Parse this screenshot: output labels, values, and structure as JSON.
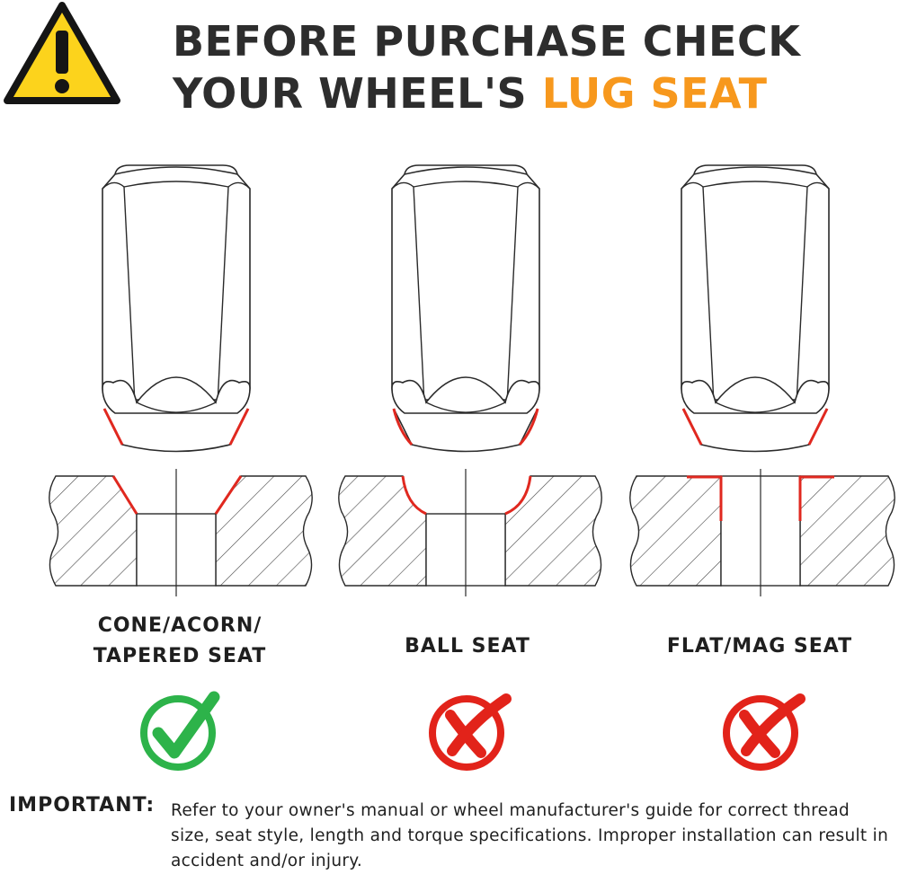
{
  "headline": {
    "line1": "BEFORE PURCHASE CHECK",
    "line2_main": "YOUR WHEEL'S ",
    "line2_accent": "LUG SEAT"
  },
  "icons": {
    "warning": "warning-triangle-icon",
    "check": "check-circle-icon",
    "cross": "cross-circle-icon"
  },
  "seats": [
    {
      "label_line1": "CONE/ACORN/",
      "label_line2": "TAPERED SEAT",
      "status": "compatible"
    },
    {
      "label_line1": "BALL SEAT",
      "label_line2": "",
      "status": "not compatible"
    },
    {
      "label_line1": "FLAT/MAG SEAT",
      "label_line2": "",
      "status": "not compatible"
    }
  ],
  "important": {
    "label": "IMPORTANT:",
    "text": "Refer to your owner's manual or wheel manufacturer's guide for correct thread size, seat style, length and torque specifications. Improper installation can result in accident and/or injury."
  },
  "colors": {
    "accent": "#f7981d",
    "warning_yellow": "#fcd31c",
    "seat_red": "#e0281f",
    "check_green": "#2db34a",
    "cross_red": "#e2231a",
    "text_dark": "#2d2d2d"
  }
}
